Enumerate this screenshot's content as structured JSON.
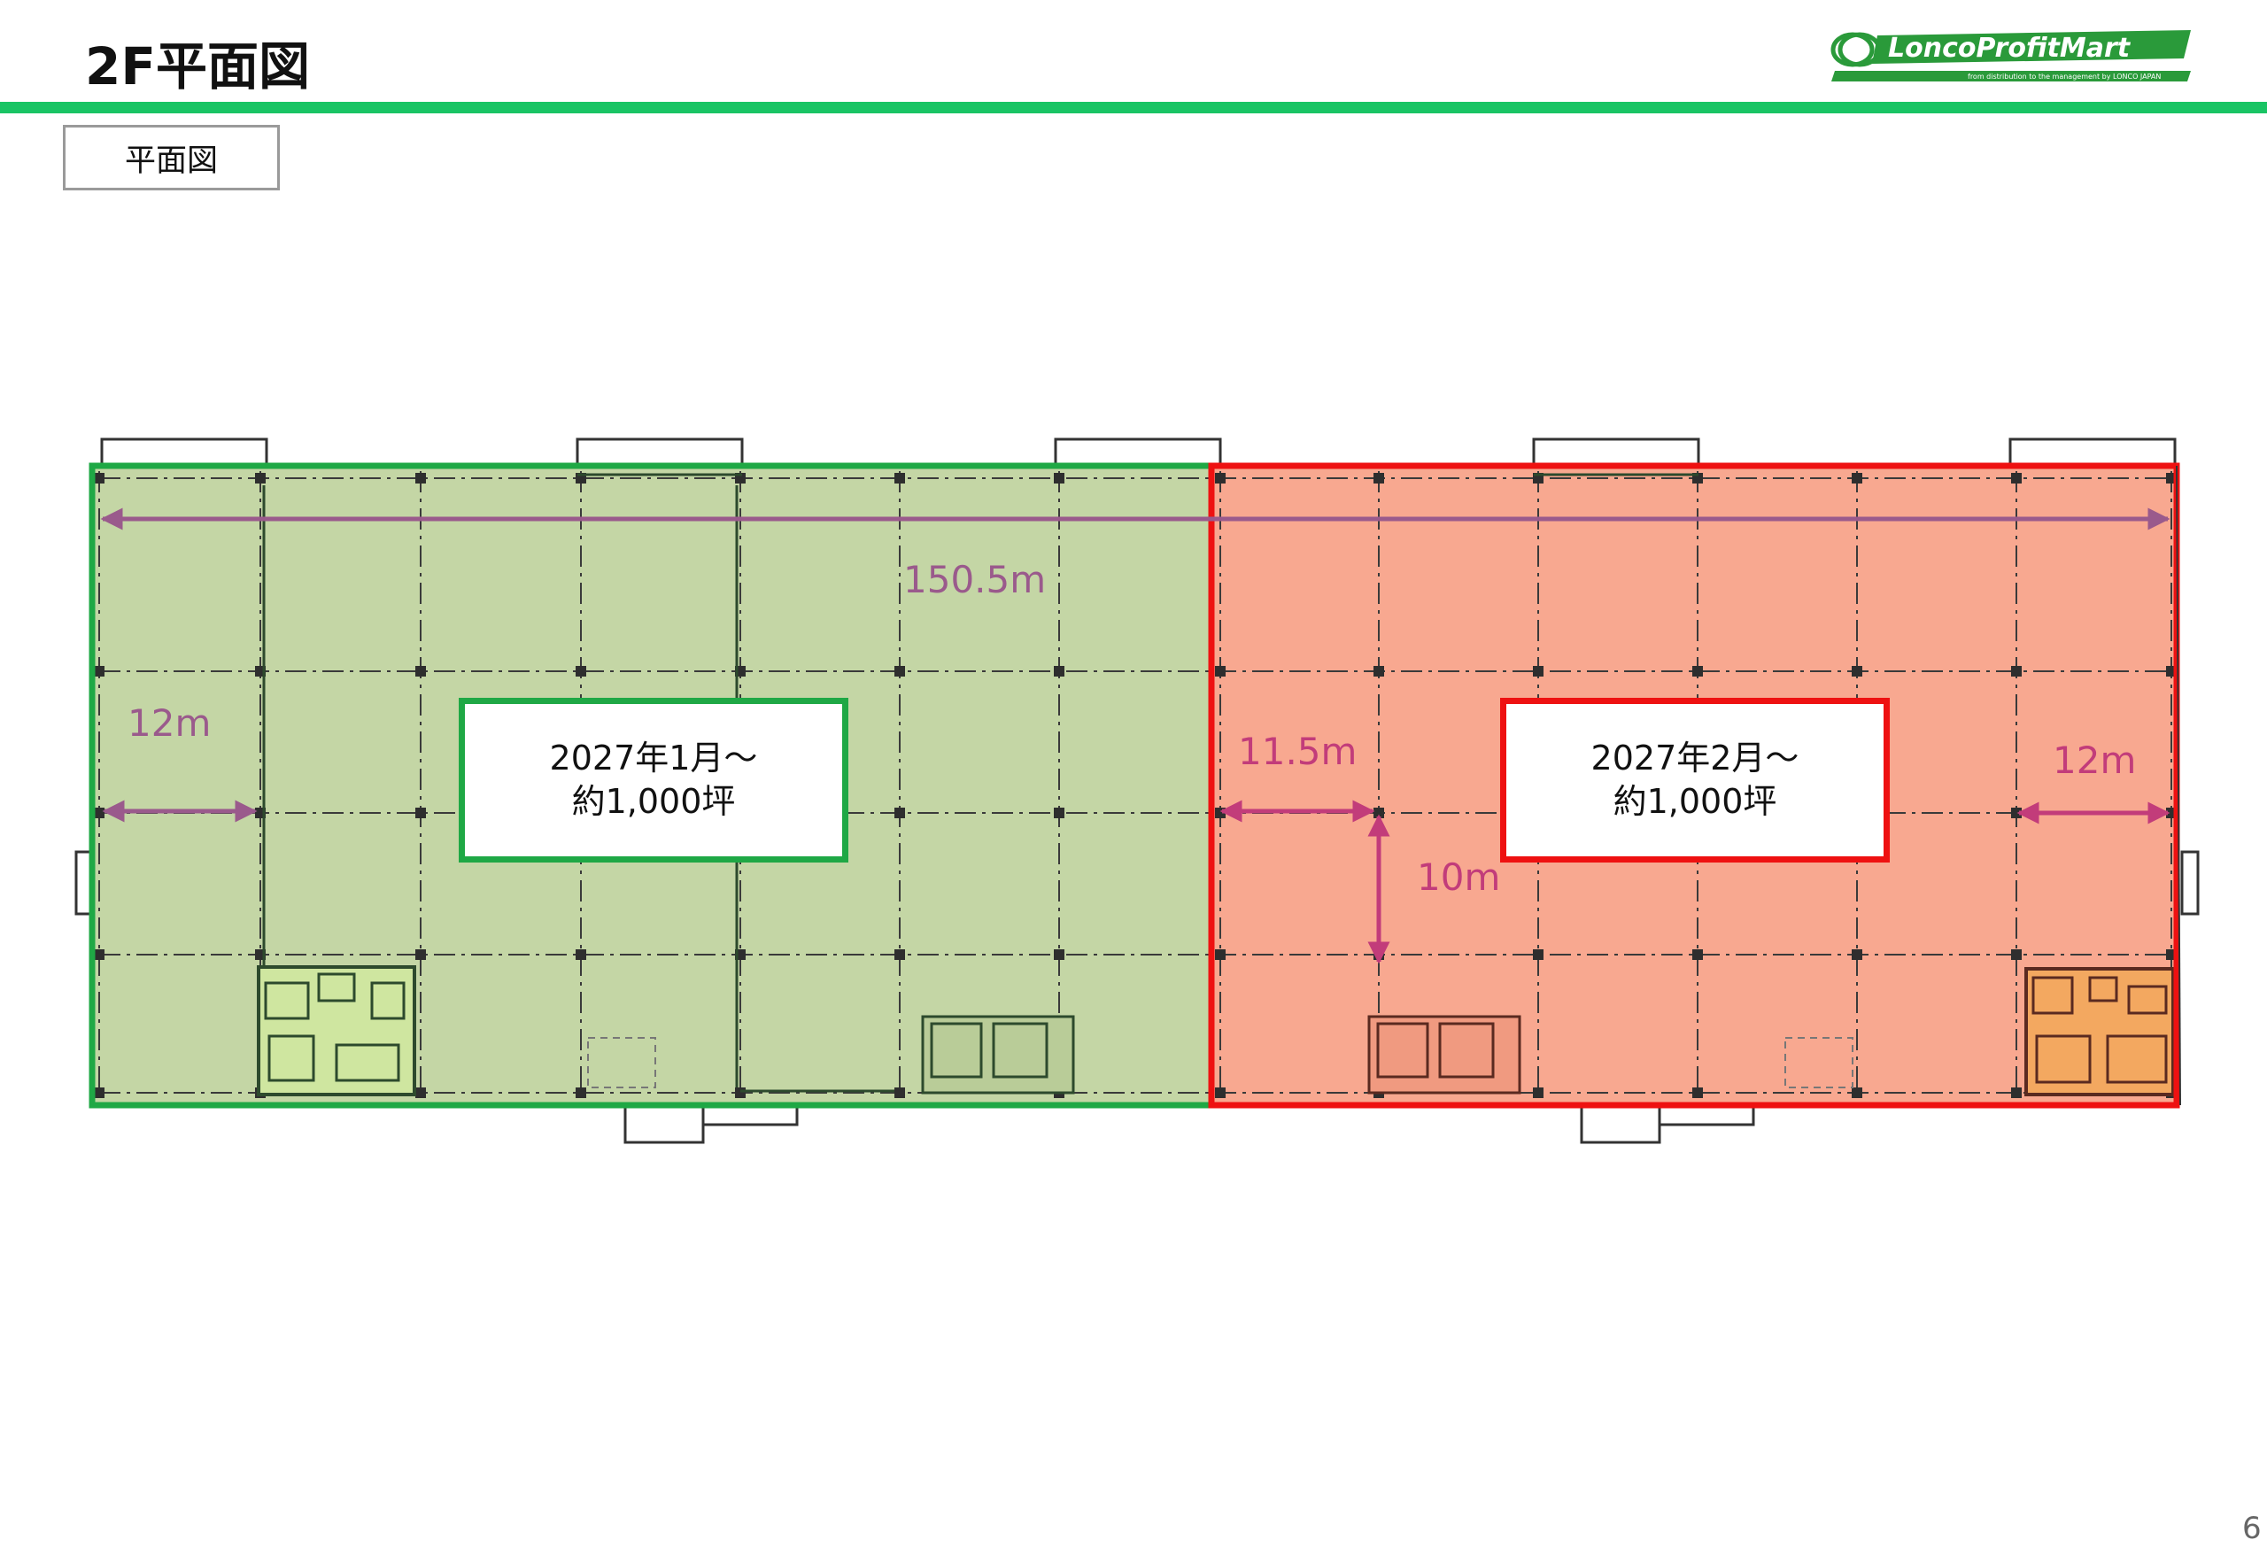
{
  "header": {
    "title": "2F平面図",
    "logo_text": "LoncoProfitMart",
    "logo_tagline": "from distribution to the management by LONCO JAPAN"
  },
  "section_tag": "平面図",
  "plan": {
    "overall_width": "150.5m",
    "left_bay": "12m",
    "middle_bay": "11.5m",
    "row_span": "10m",
    "right_bay": "12m",
    "phase1": {
      "line1": "2027年1月～",
      "line2": "約1,000坪"
    },
    "phase2": {
      "line1": "2027年2月～",
      "line2": "約1,000坪"
    },
    "colors": {
      "phase1_fill": "#c4d6a5",
      "phase1_border": "#1fa845",
      "phase2_fill": "#f8a890",
      "phase2_border": "#ee1111",
      "dim_purple": "#9a5a8c",
      "dim_pink": "#c23c7a"
    }
  },
  "page_number": "6"
}
